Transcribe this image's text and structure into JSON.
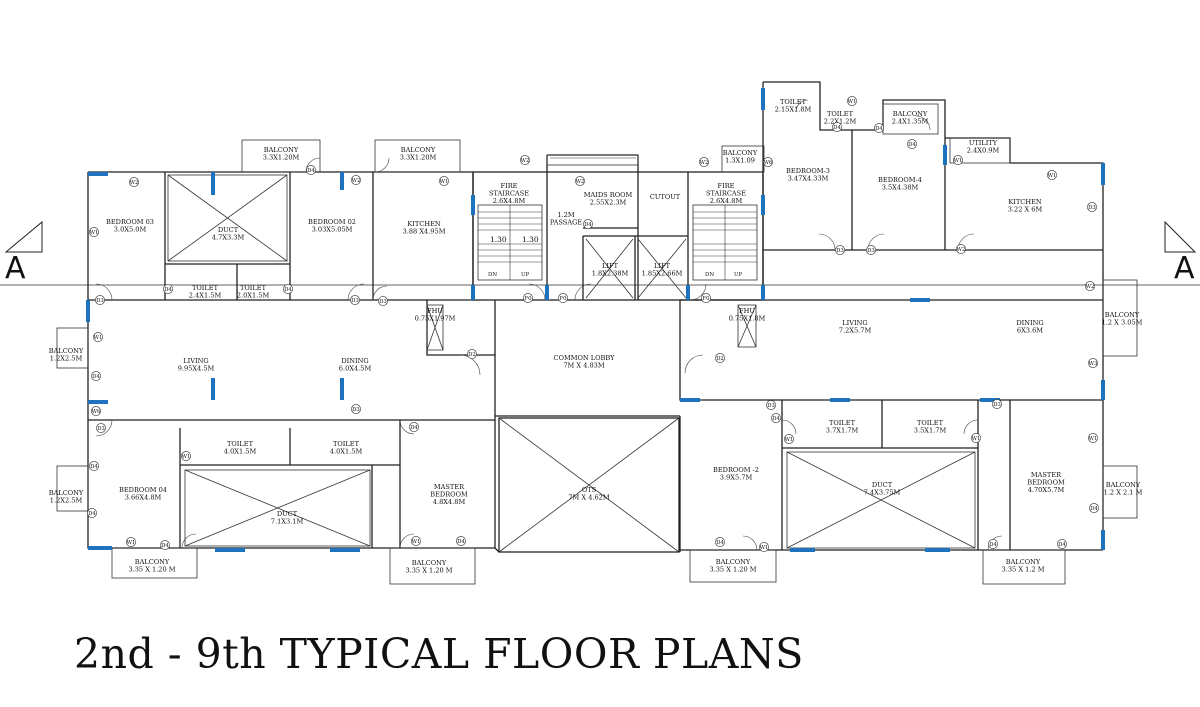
{
  "title": "2nd - 9th TYPICAL FLOOR PLANS",
  "section_marks": [
    "A",
    "A"
  ],
  "accent_window_color": "#1e73be",
  "rooms": [
    {
      "id": "balc-a",
      "name": "BALCONY",
      "dim": "3.3X1.20M"
    },
    {
      "id": "balc-b",
      "name": "BALCONY",
      "dim": "3.3X1.20M"
    },
    {
      "id": "bed03",
      "name": "BEDROOM 03",
      "dim": "3.0X5.0M"
    },
    {
      "id": "duct1",
      "name": "DUCT",
      "dim": "4.7X3.3M"
    },
    {
      "id": "bed02",
      "name": "BEDROOM 02",
      "dim": "3.03X5.05M"
    },
    {
      "id": "kit1",
      "name": "KITCHEN",
      "dim": "3.88 X4.95M"
    },
    {
      "id": "toi1",
      "name": "TOILET",
      "dim": "2.4X1.5M"
    },
    {
      "id": "toi2",
      "name": "TOILET",
      "dim": "2.0X1.5M"
    },
    {
      "id": "fire1",
      "name": "FIRE\nSTAIRCASE",
      "dim": "2.6X4.8M"
    },
    {
      "id": "maids",
      "name": "MAIDS ROOM",
      "dim": "2.55X2.3M"
    },
    {
      "id": "pass",
      "name": "1.2M\nPASSAGE",
      "dim": ""
    },
    {
      "id": "cutout",
      "name": "CUTOUT",
      "dim": ""
    },
    {
      "id": "fire2",
      "name": "FIRE\nSTAIRCASE",
      "dim": "2.6X4.8M"
    },
    {
      "id": "lift1",
      "name": "LIFT",
      "dim": "1.8X2.38M"
    },
    {
      "id": "lift2",
      "name": "LIFT",
      "dim": "1.85X2.66M"
    },
    {
      "id": "balc-c",
      "name": "BALCONY",
      "dim": "1.3X1.09"
    },
    {
      "id": "toi3",
      "name": "TOILET",
      "dim": "2.15X1.8M"
    },
    {
      "id": "toi4",
      "name": "TOILET",
      "dim": "2.2X1.2M"
    },
    {
      "id": "balc-d",
      "name": "BALCONY",
      "dim": "2.4X1.35M"
    },
    {
      "id": "util",
      "name": "UTILITY",
      "dim": "2.4X0.9M"
    },
    {
      "id": "bed3",
      "name": "BEDROOM-3",
      "dim": "3.47X4.33M"
    },
    {
      "id": "bed4",
      "name": "BEDROOM-4",
      "dim": "3.5X4.38M"
    },
    {
      "id": "kit2",
      "name": "KITCHEN",
      "dim": "3.22 X 6M"
    },
    {
      "id": "balc-e",
      "name": "BALCONY",
      "dim": "1.2X2.5M"
    },
    {
      "id": "living1",
      "name": "LIVING",
      "dim": "9.95X4.5M"
    },
    {
      "id": "dining1",
      "name": "DINING",
      "dim": "6.0X4.5M"
    },
    {
      "id": "fhu1",
      "name": "FHU",
      "dim": "0.75X1.97M"
    },
    {
      "id": "lobby",
      "name": "COMMON LOBBY",
      "dim": "7M X 4.83M"
    },
    {
      "id": "fhu2",
      "name": "FHU",
      "dim": "0.75X1.8M"
    },
    {
      "id": "living2",
      "name": "LIVING",
      "dim": "7.2X5.7M"
    },
    {
      "id": "dining2",
      "name": "DINING",
      "dim": "6X3.6M"
    },
    {
      "id": "balc-f",
      "name": "BALCONY",
      "dim": "1.2 X 3.05M"
    },
    {
      "id": "toi5",
      "name": "TOILET",
      "dim": "4.0X1.5M"
    },
    {
      "id": "toi6",
      "name": "TOILET",
      "dim": "4.0X1.5M"
    },
    {
      "id": "toi7",
      "name": "TOILET",
      "dim": "3.7X1.7M"
    },
    {
      "id": "toi8",
      "name": "TOILET",
      "dim": "3.5X1.7M"
    },
    {
      "id": "balc-g",
      "name": "BALCONY",
      "dim": "1.2X2.5M"
    },
    {
      "id": "bed04",
      "name": "BEDROOM 04",
      "dim": "3.66X4.8M"
    },
    {
      "id": "duct2",
      "name": "DUCT",
      "dim": "7.1X3.1M"
    },
    {
      "id": "master1",
      "name": "MASTER\nBEDROOM",
      "dim": "4.8X4.8M"
    },
    {
      "id": "ots",
      "name": "OTS",
      "dim": "7M X 4.62M"
    },
    {
      "id": "bed2",
      "name": "BEDROOM -2",
      "dim": "3.9X5.7M"
    },
    {
      "id": "duct3",
      "name": "DUCT",
      "dim": "7.4X3.75M"
    },
    {
      "id": "master2",
      "name": "MASTER\nBEDROOM",
      "dim": "4.70X5.7M"
    },
    {
      "id": "balc-h",
      "name": "BALCONY",
      "dim": "1.2 X 2.1 M"
    },
    {
      "id": "balc-i",
      "name": "BALCONY",
      "dim": "3.35 X 1.20 M"
    },
    {
      "id": "balc-j",
      "name": "BALCONY",
      "dim": "3.35 X 1.20 M"
    },
    {
      "id": "balc-k",
      "name": "BALCONY",
      "dim": "3.35 X 1.20 M"
    },
    {
      "id": "balc-l",
      "name": "BALCONY",
      "dim": "3.35 X 1.2 M"
    }
  ],
  "tags": [
    {
      "id": "t1",
      "text": "W2"
    },
    {
      "id": "t2",
      "text": "D4"
    },
    {
      "id": "t3",
      "text": "W2"
    },
    {
      "id": "t4",
      "text": "W1"
    },
    {
      "id": "t5",
      "text": "W1"
    },
    {
      "id": "t6",
      "text": "D4"
    },
    {
      "id": "t7",
      "text": "D4"
    },
    {
      "id": "t8",
      "text": "D3"
    },
    {
      "id": "t9",
      "text": "D3"
    },
    {
      "id": "t10",
      "text": "D3"
    },
    {
      "id": "t11",
      "text": "W2"
    },
    {
      "id": "t12",
      "text": "W2"
    },
    {
      "id": "t13",
      "text": "D4"
    },
    {
      "id": "t14",
      "text": "F0"
    },
    {
      "id": "t15",
      "text": "F0"
    },
    {
      "id": "t16",
      "text": "F0"
    },
    {
      "id": "t17",
      "text": "W2"
    },
    {
      "id": "t18",
      "text": "W6"
    },
    {
      "id": "t19",
      "text": "D4"
    },
    {
      "id": "t20",
      "text": "W1"
    },
    {
      "id": "t21",
      "text": "D4"
    },
    {
      "id": "t22",
      "text": "W1"
    },
    {
      "id": "t23",
      "text": "W1"
    },
    {
      "id": "t24",
      "text": "D3"
    },
    {
      "id": "t25",
      "text": "D3"
    },
    {
      "id": "t26",
      "text": "D3"
    },
    {
      "id": "t27",
      "text": "W2"
    },
    {
      "id": "t28",
      "text": "W2"
    },
    {
      "id": "t29",
      "text": "W1"
    },
    {
      "id": "t30",
      "text": "D4"
    },
    {
      "id": "t31",
      "text": "W6"
    },
    {
      "id": "t32",
      "text": "D3"
    },
    {
      "id": "t33",
      "text": "D3"
    },
    {
      "id": "t34",
      "text": "D2"
    },
    {
      "id": "t35",
      "text": "D2"
    },
    {
      "id": "t36",
      "text": "D3"
    },
    {
      "id": "t37",
      "text": "D3"
    },
    {
      "id": "t38",
      "text": "W3"
    },
    {
      "id": "t39",
      "text": "W1"
    },
    {
      "id": "t40",
      "text": "D4"
    },
    {
      "id": "t41",
      "text": "D4"
    },
    {
      "id": "t42",
      "text": "W1"
    },
    {
      "id": "t43",
      "text": "D4"
    },
    {
      "id": "t44",
      "text": "W1"
    },
    {
      "id": "t45",
      "text": "D4"
    },
    {
      "id": "t46",
      "text": "W1"
    },
    {
      "id": "t47",
      "text": "D4"
    },
    {
      "id": "t48",
      "text": "D4"
    },
    {
      "id": "t49",
      "text": "W1"
    },
    {
      "id": "t50",
      "text": "D4"
    },
    {
      "id": "t51",
      "text": "W1"
    },
    {
      "id": "t52",
      "text": "D4"
    },
    {
      "id": "t53",
      "text": "D4"
    },
    {
      "id": "t54",
      "text": "W1"
    },
    {
      "id": "t55",
      "text": "D4"
    },
    {
      "id": "t56",
      "text": "D4"
    }
  ],
  "stair_notes": [
    "1.30",
    "1.30",
    "DN",
    "UP",
    "DN",
    "UP"
  ]
}
